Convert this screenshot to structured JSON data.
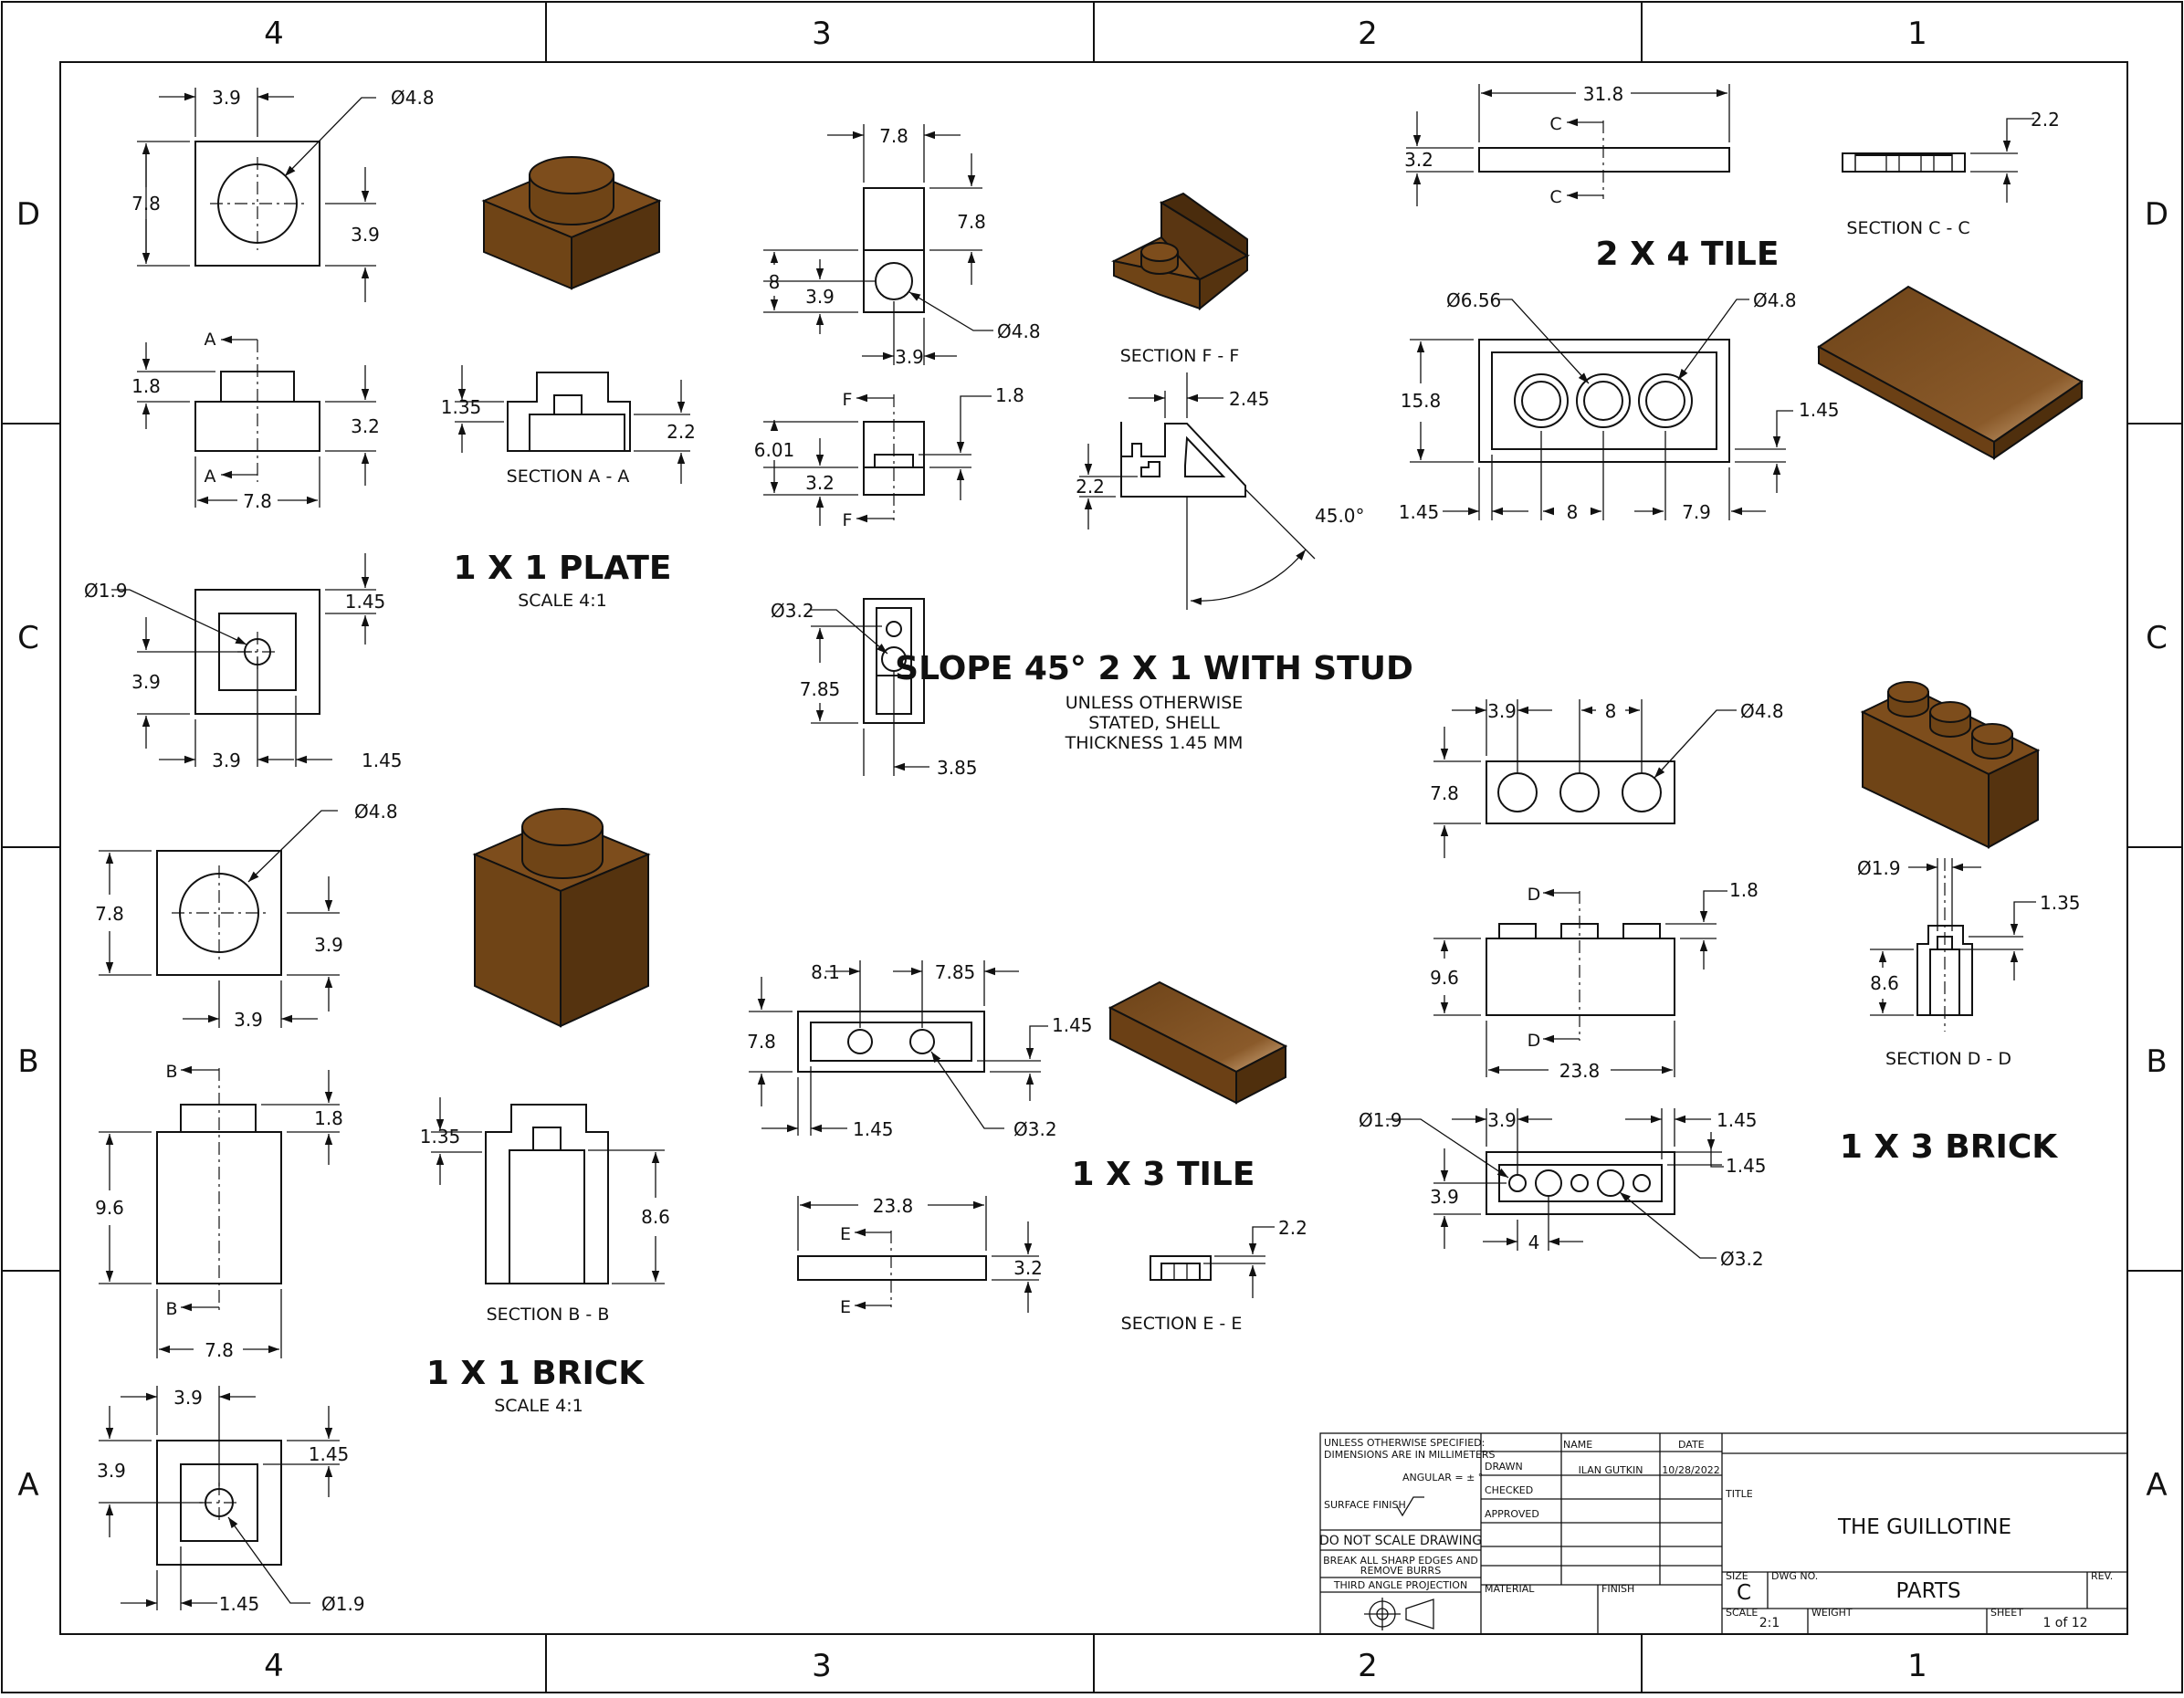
{
  "zones": {
    "columns": [
      "4",
      "3",
      "2",
      "1"
    ],
    "rows": [
      "D",
      "C",
      "B",
      "A"
    ]
  },
  "titles": {
    "plate_1x1": "1 X 1 PLATE",
    "plate_scale": "SCALE 4:1",
    "brick_1x1": "1 X 1 BRICK",
    "brick_scale": "SCALE 4:1",
    "slope": "SLOPE 45° 2 X 1 WITH STUD",
    "slope_note": [
      "UNLESS OTHERWISE",
      "STATED, SHELL",
      "THICKNESS 1.45 MM"
    ],
    "tile_2x4": "2 X 4 TILE",
    "tile_1x3": "1 X 3 TILE",
    "brick_1x3": "1 X 3 BRICK"
  },
  "sections": {
    "a": "SECTION A - A",
    "b": "SECTION B - B",
    "c": "SECTION C - C",
    "d": "SECTION D - D",
    "e": "SECTION E - E",
    "f": "SECTION F - F"
  },
  "cutting_letters": {
    "a": "A",
    "b": "B",
    "c": "C",
    "d": "D",
    "e": "E",
    "f": "F"
  },
  "dims": {
    "plate": {
      "top_w": "3.9",
      "top_d": "Ø4.8",
      "top_h": "7.8",
      "top_r": "3.9",
      "front_stud": "1.8",
      "front_h": "3.2",
      "front_w": "7.8",
      "sec_l": "1.35",
      "sec_r": "2.2",
      "bot_d": "Ø1.9",
      "bot_r": "1.45",
      "bot_h": "3.9",
      "bot_w": "3.9",
      "bot_w2": "1.45"
    },
    "brick": {
      "top_d": "Ø4.8",
      "top_h": "7.8",
      "top_r": "3.9",
      "top_w": "3.9",
      "front_stud": "1.8",
      "front_h": "9.6",
      "front_w": "7.8",
      "sec_l": "1.35",
      "sec_r": "8.6",
      "bot_w": "3.9",
      "bot_h": "3.9",
      "bot_r": "1.45",
      "bot_w2": "1.45",
      "bot_d": "Ø1.9"
    },
    "slope": {
      "top_w": "7.8",
      "top_r": "7.8",
      "top_l1": "8",
      "top_l2": "3.9",
      "top_d": "Ø4.8",
      "top_w2": "3.9",
      "front_r": "1.8",
      "front_l1": "6.01",
      "front_l2": "3.2",
      "bot_d": "Ø3.2",
      "bot_h": "7.85",
      "bot_w": "3.85",
      "sec_w": "2.45",
      "sec_h": "2.2",
      "angle": "45.0°"
    },
    "tile4": {
      "len": "31.8",
      "h": "3.2",
      "sec_h": "2.2",
      "d1": "Ø6.56",
      "d2": "Ø4.8",
      "h2": "15.8",
      "r": "1.45",
      "b1": "1.45",
      "b2": "8",
      "b3": "7.9"
    },
    "brick3": {
      "t1": "3.9",
      "t2": "8",
      "td": "Ø4.8",
      "th": "7.8",
      "fs": "1.8",
      "fh": "9.6",
      "fw": "23.8",
      "sd": "Ø1.9",
      "sr": "1.35",
      "sh": "8.6",
      "bd": "Ø1.9",
      "bt": "3.9",
      "br": "1.45",
      "br2": "1.45",
      "bh": "3.9",
      "bw": "4",
      "bd2": "Ø3.2"
    },
    "tile3": {
      "w1": "8.1",
      "w2": "7.85",
      "h": "7.8",
      "r": "1.45",
      "b": "1.45",
      "d": "Ø3.2",
      "len": "23.8",
      "h2": "3.2",
      "sec": "2.2"
    }
  },
  "title_block": {
    "tol1": "UNLESS OTHERWISE SPECIFIED:",
    "tol2": "DIMENSIONS ARE IN MILLIMETERS",
    "angular": "ANGULAR = ± °",
    "surface": "SURFACE FINISH",
    "dnsd": "DO NOT SCALE DRAWING",
    "burrs1": "BREAK ALL SHARP EDGES AND",
    "burrs2": "REMOVE BURRS",
    "projection": "THIRD ANGLE PROJECTION",
    "name_h": "NAME",
    "date_h": "DATE",
    "drawn": "DRAWN",
    "drawn_name": "ILAN GUTKIN",
    "drawn_date": "10/28/2022",
    "checked": "CHECKED",
    "approved": "APPROVED",
    "material": "MATERIAL",
    "finish": "FINISH",
    "title_h": "TITLE",
    "title": "THE GUILLOTINE",
    "size_h": "SIZE",
    "size": "C",
    "dwg_h": "DWG NO.",
    "dwg": "PARTS",
    "rev_h": "REV.",
    "scale_h": "SCALE",
    "scale": "2:1",
    "weight_h": "WEIGHT",
    "sheet_h": "SHEET",
    "sheet": "1 of 12"
  },
  "colors": {
    "brick_top": "#7d4d1c",
    "brick_front": "#6f4416",
    "brick_side": "#55330f"
  }
}
